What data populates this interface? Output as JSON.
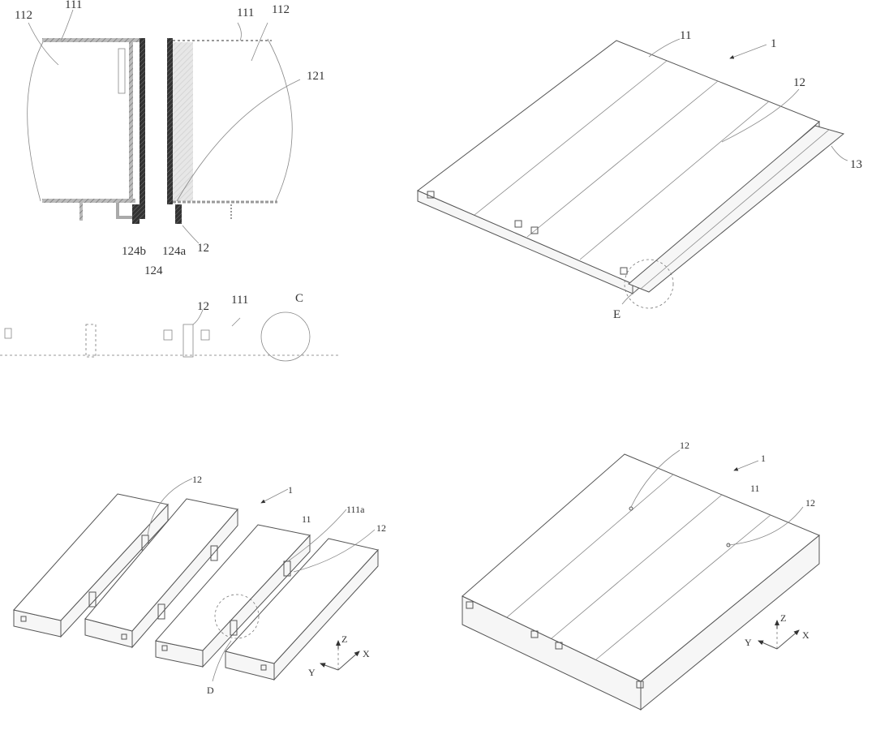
{
  "figures": {
    "section": {
      "labels": {
        "wall_left": "111",
        "cavity_left": "112",
        "wall_right": "111",
        "cavity_right": "112",
        "label_121": "121",
        "label_124b": "124b",
        "label_124a": "124a",
        "label_12": "12",
        "label_124": "124"
      },
      "strip_labels": {
        "label_12": "12",
        "label_111": "111",
        "detail_c": "C"
      }
    },
    "assembled_top": {
      "labels": {
        "label_11": "11",
        "label_1": "1",
        "label_12": "12",
        "label_13": "13",
        "detail_e": "E"
      }
    },
    "exploded": {
      "labels": {
        "label_12a": "12",
        "label_1": "1",
        "label_111a": "111a",
        "label_11": "11",
        "label_12b": "12",
        "detail_d": "D"
      },
      "axes": {
        "z": "Z",
        "x": "X",
        "y": "Y"
      }
    },
    "assembled": {
      "labels": {
        "label_12a": "12",
        "label_1": "1",
        "label_11": "11",
        "label_12b": "12"
      },
      "axes": {
        "z": "Z",
        "y": "Y",
        "x": "X"
      }
    }
  }
}
